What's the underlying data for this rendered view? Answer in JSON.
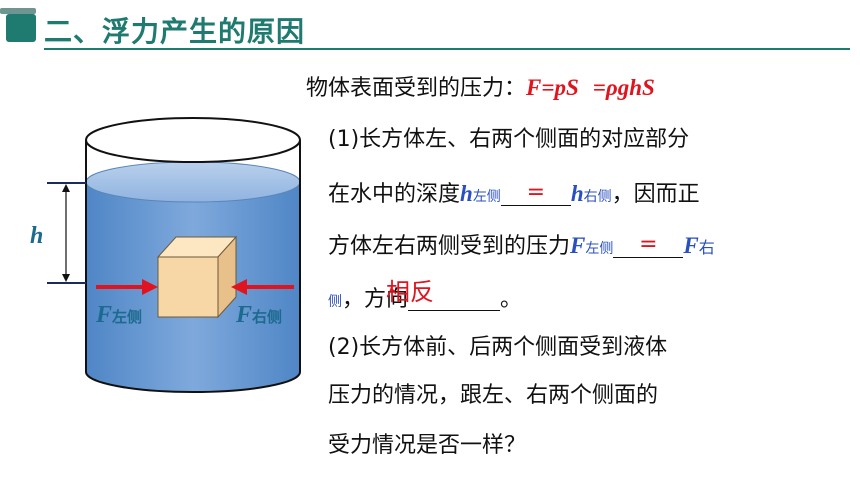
{
  "header": {
    "title": "二、浮力产生的原因"
  },
  "intro": {
    "label": "物体表面受到的压力：",
    "formula1": "F=pS",
    "formula2": "=ρghS"
  },
  "q1": {
    "line1": "(1)长方体左、右两个侧面的对应部分",
    "line2_prefix": "在水中的深度",
    "h_var": "h",
    "sub_left": "左侧",
    "sub_right": "右侧",
    "answer_eq1": "=",
    "line2_suffix": "，因而正",
    "line3_prefix": "方体左右两侧受到的压力",
    "f_var": "F",
    "answer_eq2": "=",
    "sub_right_part1": "右",
    "line4_sub": "侧",
    "line4_text": "，方向",
    "answer_dir": "相反",
    "line4_end": "。"
  },
  "q2": {
    "line1": "(2)长方体前、后两个侧面受到液体",
    "line2": "压力的情况，跟左、右两个侧面的",
    "line3": "受力情况是否一样？"
  },
  "figure": {
    "h_label": "h",
    "f_var": "F",
    "left_sub": "左侧",
    "right_sub": "右侧"
  },
  "colors": {
    "accent": "#1f7a70",
    "answer_red": "#e0141e",
    "water": "#5b8fc9",
    "cube": "#f7d7a6"
  }
}
